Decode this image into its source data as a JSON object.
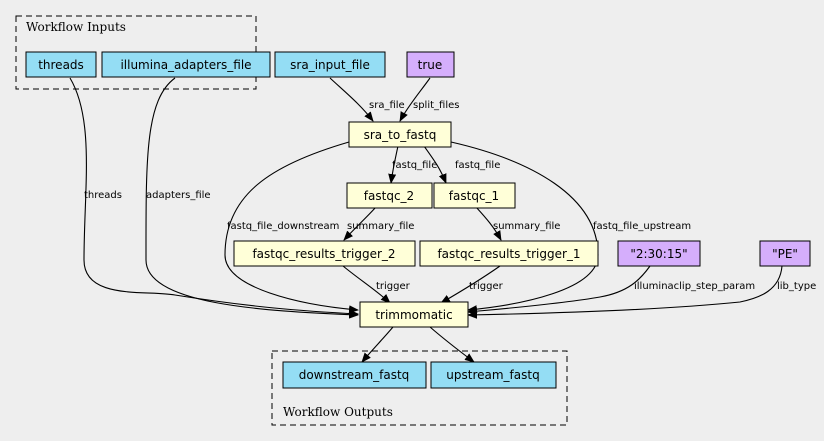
{
  "colors": {
    "input_fill": "#94ddf4",
    "step_fill": "#ffffd8",
    "literal_fill": "#d5aefc",
    "background": "#eeeeee"
  },
  "clusters": {
    "inputs_label": "Workflow Inputs",
    "outputs_label": "Workflow Outputs"
  },
  "nodes": {
    "threads": "threads",
    "illumina_adapters_file": "illumina_adapters_file",
    "sra_input_file": "sra_input_file",
    "true_literal": "true",
    "sra_to_fastq": "sra_to_fastq",
    "fastqc_2": "fastqc_2",
    "fastqc_1": "fastqc_1",
    "fastqc_results_trigger_2": "fastqc_results_trigger_2",
    "fastqc_results_trigger_1": "fastqc_results_trigger_1",
    "illuminaclip_literal": "\"2:30:15\"",
    "pe_literal": "\"PE\"",
    "trimmomatic": "trimmomatic",
    "downstream_fastq": "downstream_fastq",
    "upstream_fastq": "upstream_fastq"
  },
  "edges": {
    "sra_file": "sra_file",
    "split_files": "split_files",
    "fastq_file_a": "fastq_file",
    "fastq_file_b": "fastq_file",
    "threads": "threads",
    "adapters_file": "adapters_file",
    "fastq_file_downstream": "fastq_file_downstream",
    "summary_file_a": "summary_file",
    "summary_file_b": "summary_file",
    "fastq_file_upstream": "fastq_file_upstream",
    "trigger_a": "trigger",
    "trigger_b": "trigger",
    "illuminaclip_step_param": "illuminaclip_step_param",
    "lib_type": "lib_type"
  }
}
